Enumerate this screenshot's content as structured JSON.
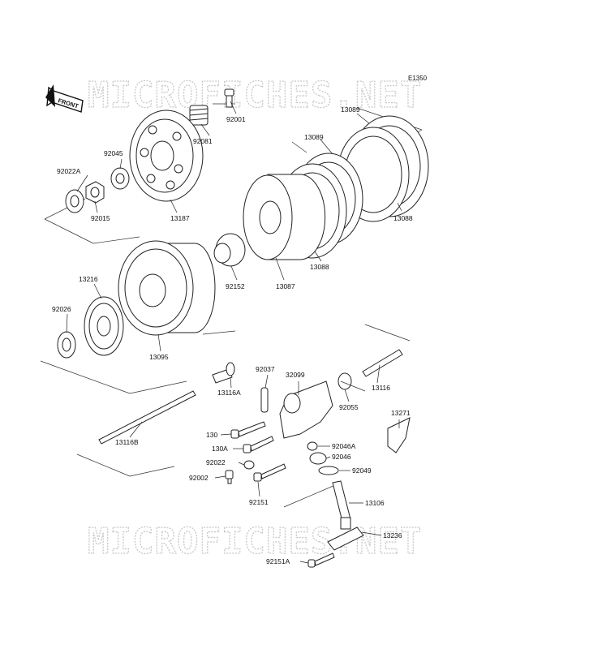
{
  "diagram": {
    "code": "E1350",
    "front_label": "FRONT",
    "watermark": "MICROFICHES.NET",
    "parts": [
      {
        "id": "92001",
        "label": "92001"
      },
      {
        "id": "92081",
        "label": "92081"
      },
      {
        "id": "92045",
        "label": "92045"
      },
      {
        "id": "92022A",
        "label": "92022A"
      },
      {
        "id": "92015",
        "label": "92015"
      },
      {
        "id": "13187",
        "label": "13187"
      },
      {
        "id": "13089a",
        "label": "13089"
      },
      {
        "id": "13089b",
        "label": "13089"
      },
      {
        "id": "13088a",
        "label": "13088"
      },
      {
        "id": "13088b",
        "label": "13088"
      },
      {
        "id": "13087",
        "label": "13087"
      },
      {
        "id": "92152",
        "label": "92152"
      },
      {
        "id": "13216",
        "label": "13216"
      },
      {
        "id": "92026",
        "label": "92026"
      },
      {
        "id": "13095",
        "label": "13095"
      },
      {
        "id": "92037",
        "label": "92037"
      },
      {
        "id": "32099",
        "label": "32099"
      },
      {
        "id": "92055",
        "label": "92055"
      },
      {
        "id": "13116",
        "label": "13116"
      },
      {
        "id": "13116A",
        "label": "13116A"
      },
      {
        "id": "13116B",
        "label": "13116B"
      },
      {
        "id": "13271",
        "label": "13271"
      },
      {
        "id": "130",
        "label": "130"
      },
      {
        "id": "130A",
        "label": "130A"
      },
      {
        "id": "92046A",
        "label": "92046A"
      },
      {
        "id": "92046",
        "label": "92046"
      },
      {
        "id": "92022",
        "label": "92022"
      },
      {
        "id": "92049",
        "label": "92049"
      },
      {
        "id": "92002",
        "label": "92002"
      },
      {
        "id": "92151",
        "label": "92151"
      },
      {
        "id": "13106",
        "label": "13106"
      },
      {
        "id": "13236",
        "label": "13236"
      },
      {
        "id": "92151A",
        "label": "92151A"
      }
    ]
  }
}
